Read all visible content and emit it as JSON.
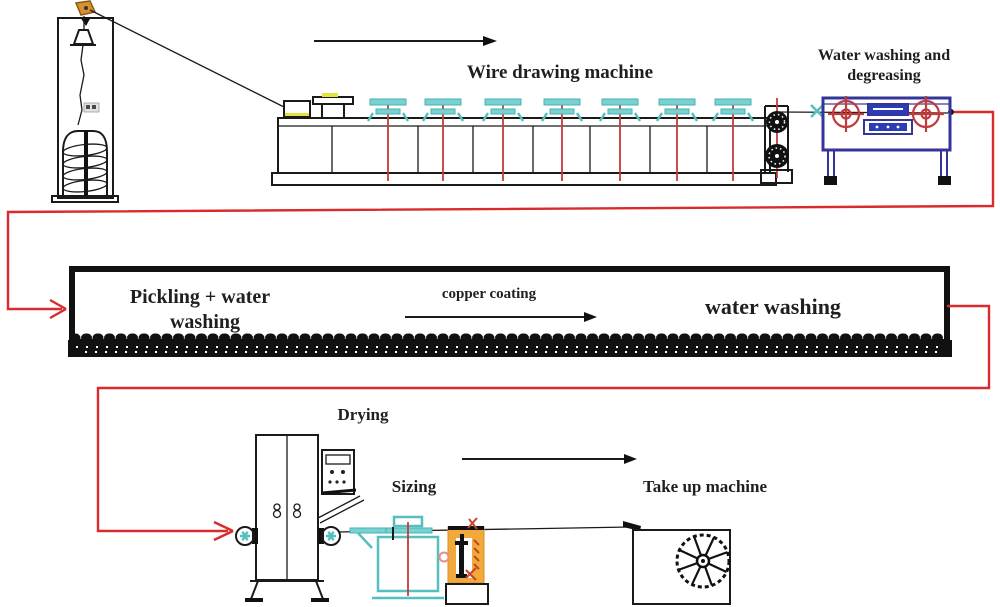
{
  "diagram": {
    "labels": {
      "wire_drawing_machine": "Wire drawing machine",
      "water_washing_degreasing_line1": "Water washing and",
      "water_washing_degreasing_line2": "degreasing",
      "pickling_line1": "Pickling + water",
      "pickling_line2": "washing",
      "copper_coating": "copper coating",
      "water_washing": "water washing",
      "drying": "Drying",
      "sizing": "Sizing",
      "take_up_machine": "Take up machine"
    },
    "colors": {
      "flow_line_red": "#d92b2b",
      "outline_black": "#1a1a1a",
      "die_holder_cyan": "#79d2d2",
      "frame_navy": "#34349a",
      "cell_blue": "#2b3db5",
      "guide_wheel_red": "#c23b3b",
      "lubricator_orange": "#f2a93b",
      "accent_yellow": "#e5e23c",
      "ring_pink": "#e98c8c"
    }
  }
}
